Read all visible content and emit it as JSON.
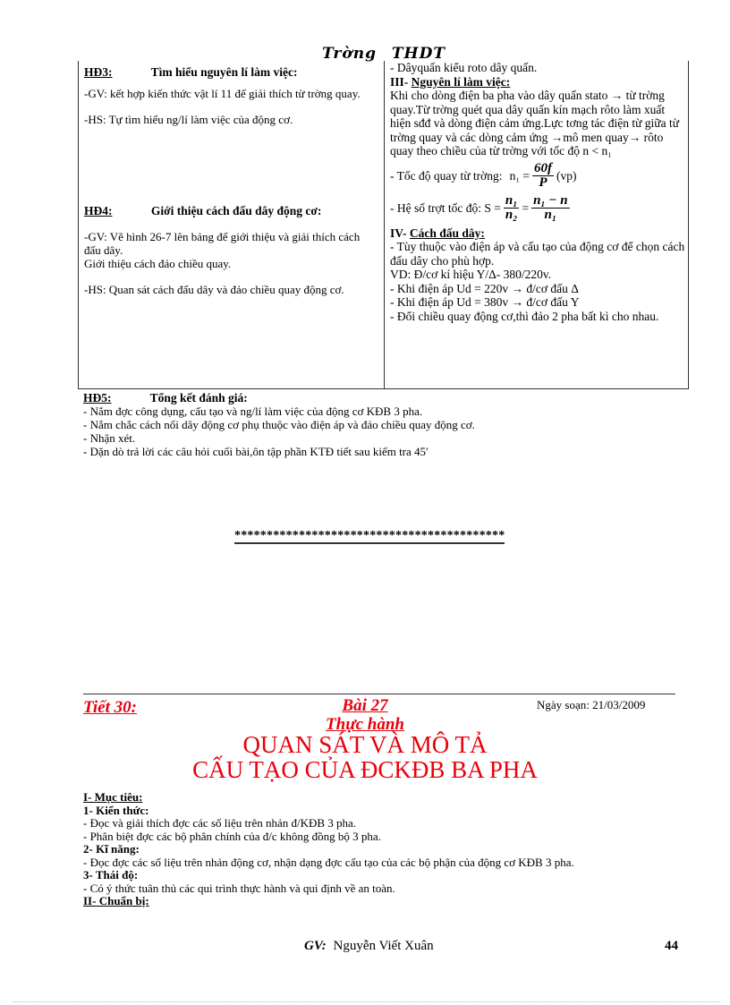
{
  "header": {
    "school_a": "Trờng",
    "school_b": "THDT"
  },
  "table": {
    "left": {
      "hd3": {
        "label": "HĐ3:",
        "title": "Tìm hiểu nguyên lí làm việc:",
        "gv": "-GV: kết hợp kiến thức vật lí 11 để giải thích từ trờng   quay.",
        "hs": "-HS: Tự tìm hiểu ng/lí làm việc của động cơ."
      },
      "hd4": {
        "label": "HĐ4:",
        "title": "Giới thiệu cách đấu dây động cơ:",
        "gv": "-GV: Vẽ hình 26-7 lên bảng để giới thiệu và giải thích cách đấu dây.",
        "gv2": "Giới thiệu cách đảo chiều quay.",
        "hs": "-HS: Quan sát cách đấu dây và đảo chiều quay động cơ."
      }
    },
    "right": {
      "line1": "- Dâyquấn kiểu roto dây quấn.",
      "sec3_num": "III-",
      "sec3_title": "Nguyên lí làm việc:",
      "sec3_body": "Khi cho dòng điện ba pha vào dây quấn stato → từ trờng   quay.Từ trờng   quét qua dây quấn kín mạch rôto làm xuất hiện sđđ và dòng điện cảm ứng.Lực tơng   tác điện từ giữa từ trờng   quay và các dòng cảm ứng →mô men quay→ rôto quay theo chiều của từ trờng   với tốc độ n < n₁",
      "speed_label": "- Tốc độ quay từ trờng:",
      "speed_lhs": "n₁ =",
      "speed_num": "60f",
      "speed_den": "P",
      "speed_unit": "(vp)",
      "slip_label": "- Hệ số trợt   tốc độ:  S =",
      "slip_num1": "n₁",
      "slip_den1": "n₂",
      "slip_eq": "=",
      "slip_num2": "n₁ − n",
      "slip_den2": "n₁",
      "sec4_num": "IV-",
      "sec4_title": "Cách đấu dây:",
      "sec4_lines": [
        "- Tùy thuộc vào điện áp và cấu tạo của động cơ để chọn cách đấu dây  cho phù hợp.",
        "VD: Đ/cơ kí hiệu Y/Δ- 380/220v.",
        "- Khi điện áp Ud = 220v → đ/cơ đấu Δ",
        "- Khi điện áp Ud = 380v → đ/cơ đấu Y",
        "- Đổi chiều quay động cơ,thì đảo 2 pha bất kì cho nhau."
      ]
    }
  },
  "hd5": {
    "label": "HĐ5:",
    "title": "Tổng kết đánh giá:",
    "lines": [
      "- Nắm đợc   công dụng, cấu tạo và ng/lí làm việc của động cơ KĐB 3 pha.",
      "- Nắm chắc cách nối dây động cơ phụ thuộc vào điện áp và đảo chiều quay động cơ.",
      "- Nhận xét.",
      "- Dặn dò trả lời các câu hỏi cuối bài,ôn tập phần KTĐ tiết sau kiểm tra 45′"
    ]
  },
  "separator": "******************************************",
  "lesson": {
    "period": "Tiết 30:",
    "lesson_no": "Bài 27",
    "type": "Thực hành",
    "date": "Ngày soạn: 21/03/2009",
    "title1": "QUAN SÁT VÀ MÔ TẢ",
    "title2": "CẤU TẠO CỦA ĐCKĐB BA PHA",
    "accent_color": "#e8000c"
  },
  "objectives": {
    "sec1": "I- Mục tiêu:",
    "k_title": "1- Kiến thức:",
    "k_lines": [
      "- Đọc và giải thích  đợc   các số liệu trên nhản đ/KĐB 3 pha.",
      "- Phân biệt  đợc   các bộ phân chính của đ/c không đồng bộ 3 pha."
    ],
    "s_title": "2- Kĩ năng:",
    "s_lines": [
      "- Đọc đợc   các số liệu trên nhản động cơ, nhận dạng  đợc   cấu tạo của các bộ phận của động cơ KĐB 3 pha."
    ],
    "a_title": "3- Thái độ:",
    "a_lines": [
      "- Có ý thức tuân thủ các qui trình  thực hành và qui định về an toàn."
    ],
    "sec2": "II- Chuẩn bị:"
  },
  "footer": {
    "gv_label": "GV:",
    "teacher": "Nguyễn Viết Xuân",
    "page": "44"
  }
}
